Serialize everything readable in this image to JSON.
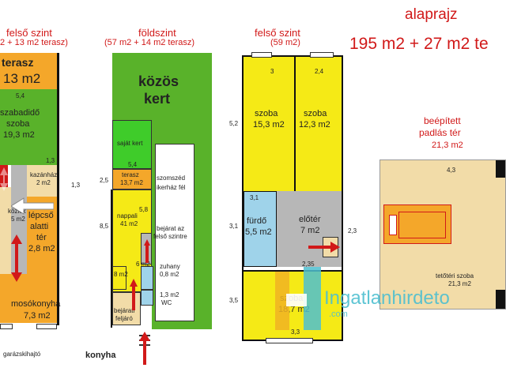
{
  "header": {
    "title": "alaprajz",
    "total": "195 m2 + 27 m2 te"
  },
  "upper_left": {
    "title": "felső szint",
    "subtitle": "2 + 13 m2 terasz)",
    "terrace_label": "terasz",
    "terrace_area": "13 m2",
    "dim_5_4": "5,4",
    "leisure_label": "szabadidő",
    "leisure_room": "szoba",
    "leisure_area": "19,3 m2",
    "dim_1_3a": "1,3",
    "dim_1_3b": "1,3",
    "boiler_label": "kazánház",
    "boiler_area": "2 m2",
    "corridor_label": "közlek",
    "corridor_area": "5 m2",
    "under_stairs_1": "lépcső",
    "under_stairs_2": "alatti",
    "under_stairs_3": "tér",
    "under_stairs_area": "2,8 m2",
    "laundry_label": "mosókonyha",
    "laundry_area": "7,3 m2",
    "garage_driveway": "garázskihajtó"
  },
  "ground": {
    "title": "földszint",
    "subtitle": "(57 m2 + 14 m2 terasz)",
    "garden_1": "közös",
    "garden_2": "kert",
    "own_garden": "saját kert",
    "dim_5_4": "5,4",
    "dim_2_5": "2,5",
    "terrace_label": "terasz",
    "terrace_area": "13,7 m2",
    "neighbor_1": "szomszéd",
    "neighbor_2": "ikerház fél",
    "dim_5_8": "5,8",
    "living_label": "nappali",
    "living_area": "41 m2",
    "dim_8_5": "8,5",
    "upper_entrance_1": "bejárat az",
    "upper_entrance_2": "felső szintre",
    "dim_6_m2": "6 m2",
    "shower_label": "zuhany",
    "shower_area": "0,8 m2",
    "area_8_m2": "8 m2",
    "wc_area": "1,3 m2",
    "wc_label": "WC",
    "entrance_1": "bejárati",
    "entrance_2": "feljáró",
    "kitchen": "konyha"
  },
  "upper_right": {
    "title": "felső szint",
    "subtitle": "(59 m2)",
    "dim_3": "3",
    "dim_2_4": "2,4",
    "dim_5_2": "5,2",
    "room1_label": "szoba",
    "room1_area": "15,3 m2",
    "room2_label": "szoba",
    "room2_area": "12,3 m2",
    "dim_3_1a": "3,1",
    "dim_3_1b": "3,1",
    "bath_label": "fürdő",
    "bath_area": "5,5 m2",
    "hall_label": "előtér",
    "hall_area": "7 m2",
    "dim_2_3": "2,3",
    "dim_2_35": "2,35",
    "dim_3_5": "3,5",
    "room3_label": "szoba",
    "room3_area": "18,7 m2",
    "dim_3_3": "3,3"
  },
  "attic": {
    "title_1": "beépített",
    "title_2": "padlás tér",
    "area": "21,3 m2",
    "dim_4_3": "4,3",
    "room_label": "tetőtéri szoba",
    "room_area": "21,3 m2"
  },
  "watermark": {
    "text": "Ingatlanhirdeto",
    "suffix": ".com"
  },
  "colors": {
    "yellow": "#f5ea16",
    "orange": "#f4a72a",
    "green": "#59b22a",
    "light_green": "#3fcc2a",
    "gray": "#b7b7b7",
    "beige": "#f2dca8",
    "blue": "#9fd3ea",
    "red": "#d11919"
  }
}
